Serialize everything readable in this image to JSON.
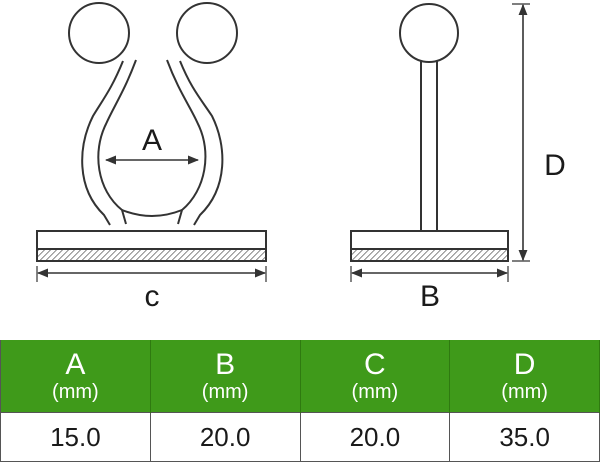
{
  "diagram": {
    "label_a": "A",
    "label_b": "B",
    "label_c": "c",
    "label_d": "D"
  },
  "table": {
    "headers": [
      {
        "letter": "A",
        "unit": "(mm)"
      },
      {
        "letter": "B",
        "unit": "(mm)"
      },
      {
        "letter": "C",
        "unit": "(mm)"
      },
      {
        "letter": "D",
        "unit": "(mm)"
      }
    ],
    "values": [
      "15.0",
      "20.0",
      "20.0",
      "35.0"
    ]
  },
  "colors": {
    "header_green": "#3f9a1a",
    "line": "#333333"
  }
}
